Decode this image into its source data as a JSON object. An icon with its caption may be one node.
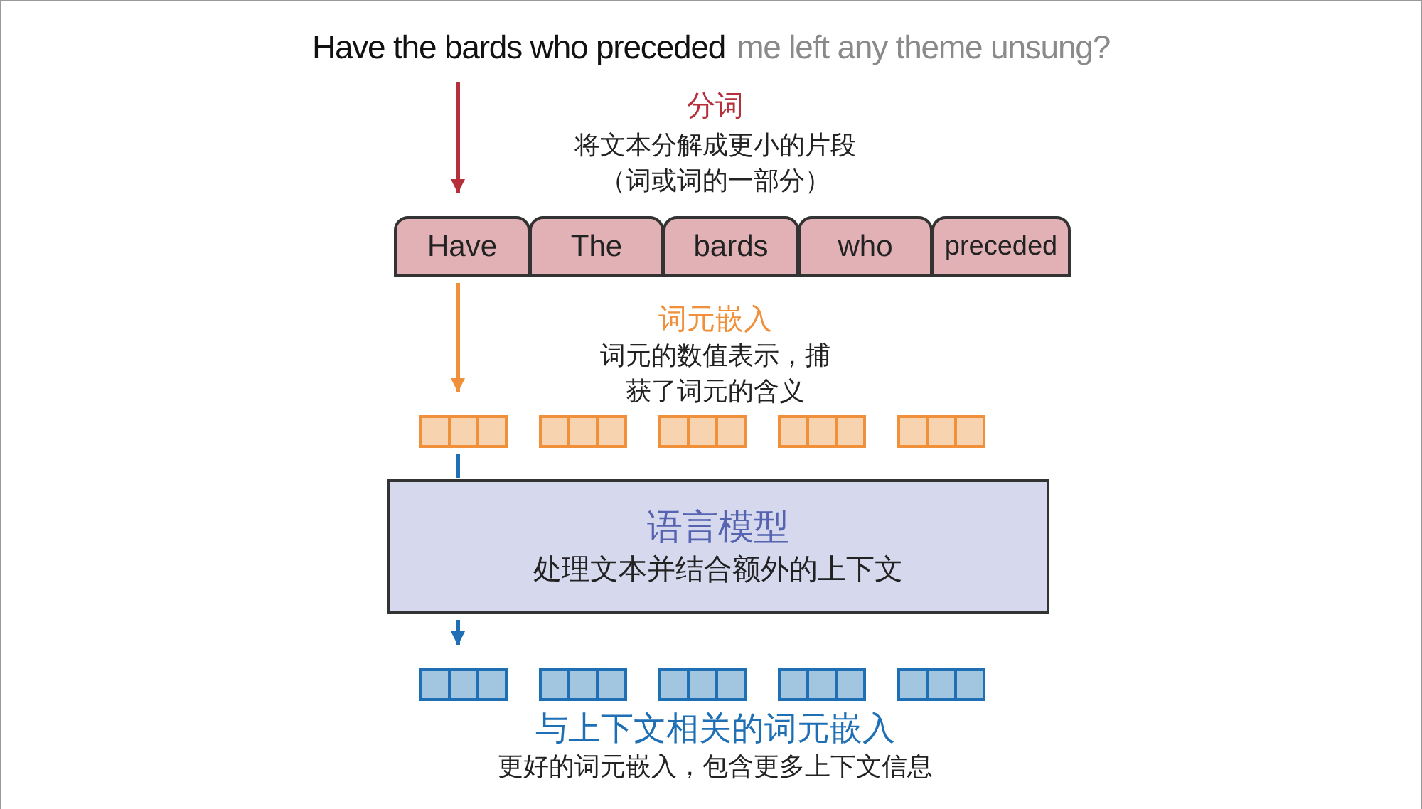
{
  "diagram": {
    "nodes": [
      {
        "text": [
          "Have the bards who preceded",
          "me left any theme unsung?"
        ]
      },
      {
        "text": [
          "Have"
        ]
      },
      {
        "text": [
          "The"
        ]
      },
      {
        "text": [
          "bards"
        ]
      },
      {
        "text": [
          "who"
        ]
      },
      {
        "text": [
          "preceded"
        ]
      },
      {
        "text": [],
        "shape": "box"
      },
      {
        "text": [],
        "shape": "box"
      },
      {
        "text": [],
        "shape": "box"
      },
      {
        "text": [],
        "shape": "box"
      },
      {
        "text": [],
        "shape": "box"
      },
      {
        "text": [
          "语言模型",
          "处理文本并结合额外的上下文"
        ]
      },
      {
        "text": [],
        "shape": "box"
      },
      {
        "text": [],
        "shape": "box"
      },
      {
        "text": [],
        "shape": "box"
      },
      {
        "text": [],
        "shape": "box"
      },
      {
        "text": [],
        "shape": "box"
      }
    ],
    "edges": [
      {
        "from": 0,
        "to": 1,
        "arrow": "to",
        "color": "#b5303a"
      },
      {
        "from": 1,
        "to": 6,
        "arrow": "to",
        "color": "#f0903a"
      },
      {
        "from": 6,
        "to": 11,
        "arrow": "none",
        "color": "#1f6fb5"
      },
      {
        "from": 11,
        "to": 12,
        "arrow": "to",
        "color": "#1f6fb5"
      }
    ],
    "labels": [
      "分词",
      "将文本分解成更小的片段（词或词的一部分）",
      "词元嵌入",
      "词元的数值表示，捕获了词元的含义",
      "与上下文相关的词元嵌入",
      "更好的词元嵌入，包含更多上下文信息"
    ]
  }
}
